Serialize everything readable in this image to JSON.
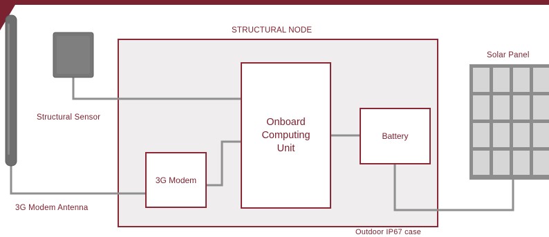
{
  "diagram": {
    "node_title": "STRUCTURAL NODE",
    "case_label": "Outdoor IP67 case",
    "blocks": {
      "cpu": "Onboard\nComputing\nUnit",
      "battery": "Battery",
      "modem": "3G Modem"
    },
    "external": {
      "sensor": "Structural Sensor",
      "antenna": "3G Modem Antenna",
      "solar": "Solar Panel"
    }
  },
  "colors": {
    "accent": "#8c2735",
    "text": "#7b1f2c",
    "case_fill": "#efeded",
    "wire": "#8f8f8f",
    "device_gray": "#767676",
    "panel_cell": "#d6d6d6",
    "header_bar": "#7b2230"
  }
}
